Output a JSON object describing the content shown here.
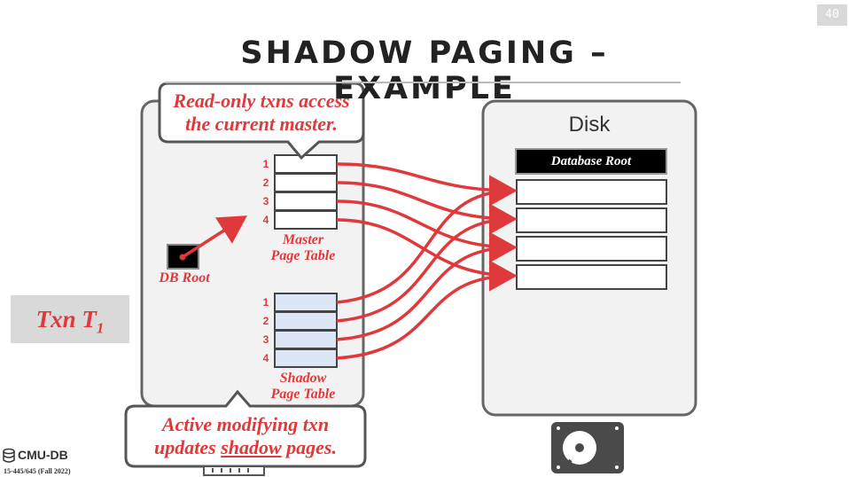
{
  "slide_number": "40",
  "title": "SHADOW PAGING – EXAMPLE",
  "callout_top": {
    "line1": "Read-only txns access",
    "line2": "the current master."
  },
  "callout_bottom": {
    "line1": "Active modifying txn",
    "line2_pre": "updates ",
    "line2_underlined": "shadow",
    "line2_post": " pages."
  },
  "disk": {
    "label": "Disk",
    "db_root": "Database Root"
  },
  "memory": {
    "db_root_label": "DB Root",
    "master_table": {
      "line1": "Master",
      "line2": "Page Table",
      "entries": [
        "1",
        "2",
        "3",
        "4"
      ]
    },
    "shadow_table": {
      "line1": "Shadow",
      "line2": "Page Table",
      "entries": [
        "1",
        "2",
        "3",
        "4"
      ]
    }
  },
  "txn": {
    "name": "Txn T",
    "subscript": "1"
  },
  "footer": {
    "logo": "CMU-DB",
    "course": "15-445/645 (Fall 2022)"
  },
  "colors": {
    "accent": "#e0393b",
    "shadow_fill": "#dce6f4",
    "frame": "#666666"
  },
  "icons": [
    "hard-drive-icon",
    "database-logo-icon"
  ]
}
